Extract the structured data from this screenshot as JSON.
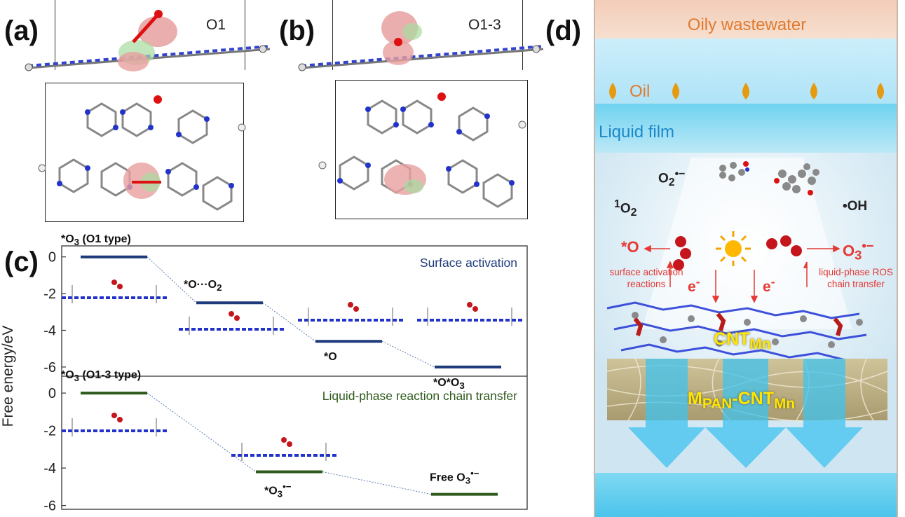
{
  "panels": {
    "a": {
      "letter": "(a)",
      "tag": "O1"
    },
    "b": {
      "letter": "(b)",
      "tag": "O1-3"
    },
    "c": {
      "letter": "(c)"
    },
    "d": {
      "letter": "(d)"
    }
  },
  "chart_data": {
    "type": "free-energy-diagram",
    "ylabel": "Free energy/eV",
    "panels": [
      {
        "title": "Surface activation",
        "ylim": [
          -6.5,
          0.6
        ],
        "yticks": [
          "0",
          "-2",
          "-4",
          "-6"
        ],
        "color": "#1f3a7a",
        "states": [
          {
            "label_html": "*O<sub>3</sub> (O1 type)",
            "energy": 0.0
          },
          {
            "label_html": "*O···O<sub>2</sub>",
            "energy": -2.5
          },
          {
            "label_html": "*O",
            "energy": -4.6
          },
          {
            "label_html": "*O*O<sub>3</sub>",
            "energy": -6.0
          }
        ]
      },
      {
        "title": "Liquid-phase reaction chain transfer",
        "ylim": [
          -6.2,
          0.9
        ],
        "yticks": [
          "0",
          "-2",
          "-4",
          "-6"
        ],
        "color": "#2e5a1c",
        "states": [
          {
            "label_html": "*O<sub>3</sub> (O1-3 type)",
            "energy": 0.0
          },
          {
            "label_html": "*O<sub>3</sub><sup>•−</sup>",
            "energy": -4.2
          },
          {
            "label_html": "Free O<sub>3</sub><sup>•−</sup>",
            "energy": -5.4
          }
        ]
      }
    ]
  },
  "diagram_d": {
    "oily": "Oily wastewater",
    "oil": "Oil",
    "film": "Liquid film",
    "o2": "O<sub>2</sub><sup>•−</sup>",
    "singlet": "<sup>1</sup>O<sub>2</sub>",
    "oh": "•OH",
    "o_star": "*O",
    "o3": "O<sub>3</sub><sup>•−</sup>",
    "surface_note": "surface activation\nreactions",
    "liquid_note": "liquid-phase ROS\nchain transfer",
    "e1": "e<sup>-</sup>",
    "e2": "e<sup>-</sup>",
    "cnt": "CNT<sub>Mn</sub>",
    "mpan": "M<sub>PAN</sub>-CNT<sub>Mn</sub>"
  }
}
